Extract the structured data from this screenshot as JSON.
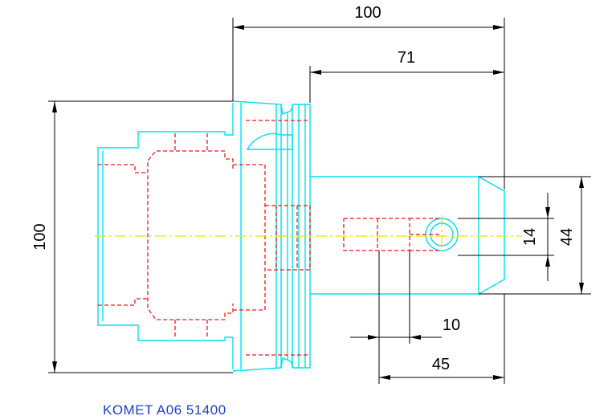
{
  "drawing": {
    "caption": "KOMET A06 51400",
    "dimensions": {
      "overall_length": "100",
      "shank_length": "71",
      "flange_diameter": "100",
      "bore_diameter": "14",
      "shank_diameter": "44",
      "hole_offset": "10",
      "hole_depth": "45"
    },
    "colors": {
      "outline": "#00e0f0",
      "hidden": "#f01818",
      "dimension": "#000000",
      "centerline": "#e6e600",
      "caption": "#1a3fd6"
    }
  }
}
